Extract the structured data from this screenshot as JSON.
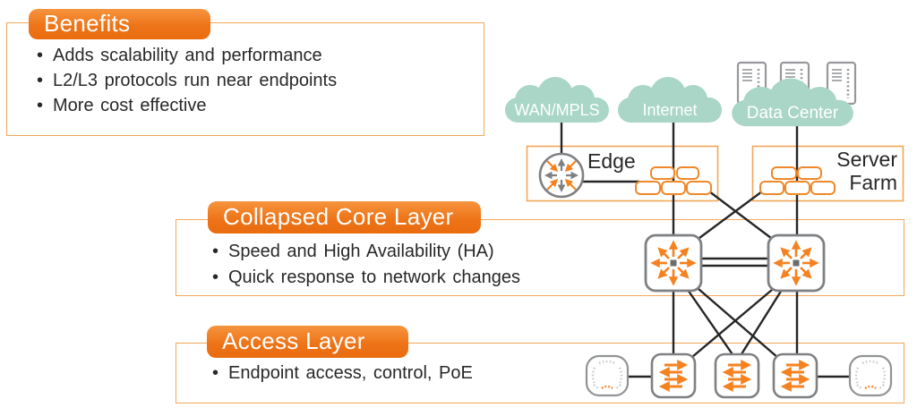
{
  "colors": {
    "header_orange": "#ED7418",
    "panel_border_orange": "#F2A759",
    "icon_orange": "#F58220",
    "stack_orange": "#F0882A",
    "cloud_teal": "#A9D6C6",
    "device_gray": "#7E8083",
    "link_black": "#262626",
    "text_dark": "#282828",
    "header_text": "#FFFFFF"
  },
  "panels": {
    "benefits": {
      "title": "Benefits",
      "bullets": [
        "Adds scalability and performance",
        "L2/L3 protocols run near endpoints",
        "More cost effective"
      ]
    },
    "collapsed_core": {
      "title": "Collapsed Core Layer",
      "bullets": [
        "Speed and High Availability (HA)",
        "Quick response to network changes"
      ]
    },
    "access": {
      "title": "Access Layer",
      "bullets": [
        "Endpoint access, control, PoE"
      ]
    }
  },
  "diagram": {
    "clouds": {
      "wan": "WAN/MPLS",
      "internet": "Internet",
      "datacenter": "Data Center"
    },
    "zones": {
      "edge": "Edge",
      "server_farm": "Server Farm"
    },
    "icons": {
      "router": "router-icon",
      "core_switch": "multilayer-switch-icon",
      "access_switch": "l2-switch-icon",
      "access_point": "access-point-icon",
      "server": "server-icon",
      "cloud": "cloud-icon"
    },
    "counts": {
      "servers": 3,
      "core_switches": 2,
      "access_switches": 3,
      "access_points": 2,
      "edge_stack_units": 5,
      "server_farm_stack_units": 5
    }
  }
}
